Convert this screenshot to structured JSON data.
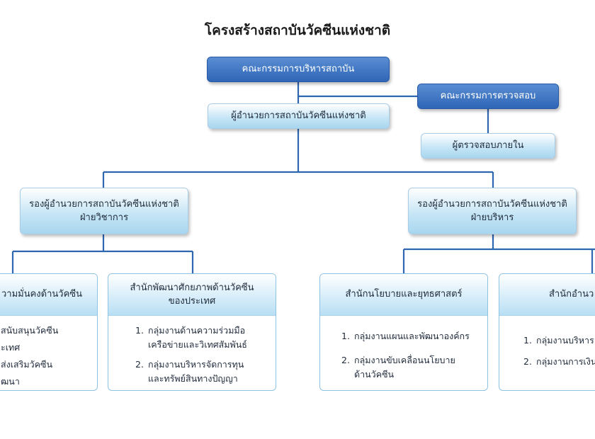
{
  "title": "โครงสร้างสถาบันวัคซีนแห่งชาติ",
  "board": "คณะกรรมการบริหารสถาบัน",
  "audit_committee": "คณะกรรมการตรวจสอบ",
  "director": "ผู้อำนวยการสถาบันวัคซีนแห่งชาติ",
  "internal_audit": "ผู้ตรวจสอบภายใน",
  "deputy_academic": {
    "line1": "รองผู้อำนวยการสถาบันวัคซีนแห่งชาติ",
    "line2": "ฝ่ายวิชาการ"
  },
  "deputy_admin": {
    "line1": "รองผู้อำนวยการสถาบันวัคซีนแห่งชาติ",
    "line2": "ฝ่ายบริหาร"
  },
  "offices": [
    {
      "title_line1": "วามมั่นคงด้านวัคซีน",
      "title_line2": "",
      "items": [
        {
          "num": "",
          "lines": [
            "สนับสนุนวัคซีน"
          ]
        },
        {
          "num": "",
          "lines": [
            "ะเทศ"
          ]
        },
        {
          "num": "",
          "lines": [
            "ส่งเสริมวัคซีน"
          ]
        },
        {
          "num": "",
          "lines": [
            "ฒนา"
          ]
        }
      ]
    },
    {
      "title_line1": "สำนักพัฒนาศักยภาพด้านวัคซีน",
      "title_line2": "ของประเทศ",
      "items": [
        {
          "num": "1.",
          "lines": [
            "กลุ่มงานด้านความร่วมมือ",
            "เครือข่ายและวิเทศสัมพันธ์"
          ]
        },
        {
          "num": "2.",
          "lines": [
            "กลุ่มงานบริหารจัดการทุน",
            "และทรัพย์สินทางปัญญา"
          ]
        }
      ]
    },
    {
      "title_line1": "สำนักนโยบายและยุทธศาสตร์",
      "title_line2": "",
      "items": [
        {
          "num": "1.",
          "lines": [
            "กลุ่มงานแผนและพัฒนาองค์กร"
          ]
        },
        {
          "num": "2.",
          "lines": [
            "กลุ่มงานขับเคลื่อนนโยบาย",
            "ด้านวัคซีน"
          ]
        }
      ]
    },
    {
      "title_line1": "สำนักอำนว",
      "title_line2": "",
      "items": [
        {
          "num": "1.",
          "lines": [
            "กลุ่มงานบริหาร"
          ]
        },
        {
          "num": "2.",
          "lines": [
            "กลุ่มงานการเงิน"
          ]
        }
      ]
    }
  ]
}
